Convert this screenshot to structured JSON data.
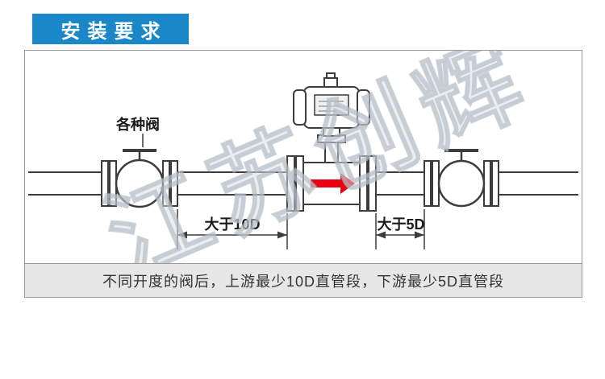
{
  "header": {
    "title": "安装要求"
  },
  "watermark": {
    "text": "江苏创辉"
  },
  "diagram": {
    "valve_label": "各种阀",
    "upstream_dim_label": "大于10D",
    "downstream_dim_label": "大于5D"
  },
  "caption": {
    "text": "不同开度的阀后，上游最少10D直管段，下游最少5D直管段"
  },
  "colors": {
    "header_bg": "#1a87c8",
    "flow_arrow": "#e60012",
    "line": "#3c3c3c",
    "caption_bg": "#e7e7e7"
  }
}
